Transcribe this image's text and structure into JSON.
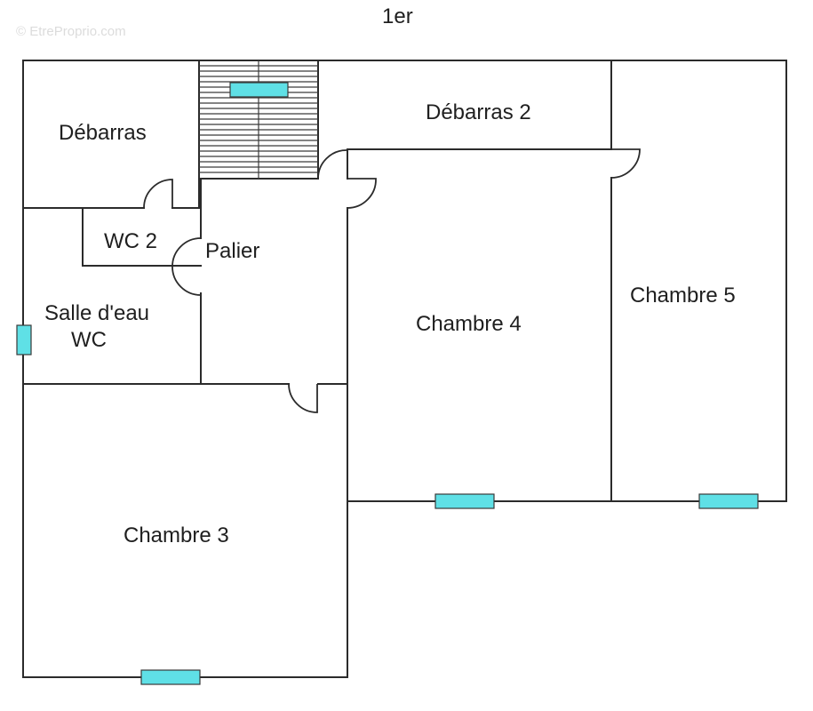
{
  "watermark": "© EtreProprio.com",
  "floor_title": "1er",
  "colors": {
    "walls": "#2b2b2b",
    "windows": "#5fe0e6",
    "background": "#ffffff"
  },
  "rooms": {
    "debarras": "Débarras",
    "debarras_2": "Débarras 2",
    "wc_2": "WC 2",
    "palier": "Palier",
    "salle_deau_line1": "Salle d'eau",
    "salle_deau_line2": "WC",
    "chambre_3": "Chambre 3",
    "chambre_4": "Chambre 4",
    "chambre_5": "Chambre 5"
  }
}
